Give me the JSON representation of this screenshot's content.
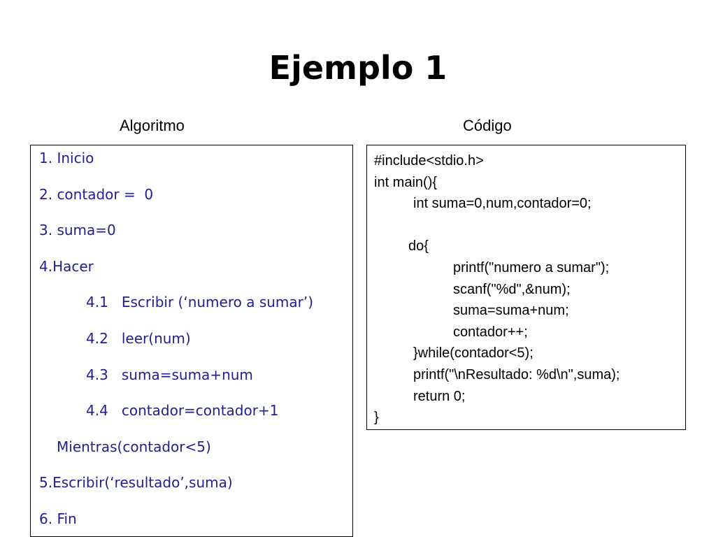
{
  "slide": {
    "title": "Ejemplo 1"
  },
  "algorithm": {
    "label": "Algoritmo",
    "steps": [
      {
        "text": "1. Inicio",
        "indent": 0
      },
      {
        "text": "2. contador =  0",
        "indent": 0
      },
      {
        "text": "3. suma=0",
        "indent": 0
      },
      {
        "text": "4.Hacer",
        "indent": 0
      },
      {
        "text": "4.1   Escribir (‘numero a sumar’)",
        "indent": 2
      },
      {
        "text": "4.2   leer(num)",
        "indent": 2
      },
      {
        "text": "4.3   suma=suma+num",
        "indent": 2
      },
      {
        "text": "4.4   contador=contador+1",
        "indent": 2
      },
      {
        "text": "Mientras(contador<5)",
        "indent": 1
      },
      {
        "text": "5.Escribir(‘resultado’,suma)",
        "indent": 0
      },
      {
        "text": "6. Fin",
        "indent": 0
      }
    ]
  },
  "code": {
    "label": "Código",
    "lines": [
      {
        "text": "#include<stdio.h>",
        "indent": 0
      },
      {
        "text": "int main(){",
        "indent": 0
      },
      {
        "text": "int suma=0,num,contador=0;",
        "indent": 2
      },
      {
        "text": "",
        "indent": 0
      },
      {
        "text": "do{",
        "indent": 1
      },
      {
        "text": "printf(\"numero a sumar\");",
        "indent": 3
      },
      {
        "text": "scanf(\"%d\",&num);",
        "indent": 3
      },
      {
        "text": "suma=suma+num;",
        "indent": 3
      },
      {
        "text": "contador++;",
        "indent": 3
      },
      {
        "text": "}while(contador<5);",
        "indent": 2
      },
      {
        "text": "printf(\"\\nResultado: %d\\n\",suma);",
        "indent": 2
      },
      {
        "text": "return 0;",
        "indent": 2
      },
      {
        "text": "}",
        "indent": 0
      }
    ]
  }
}
